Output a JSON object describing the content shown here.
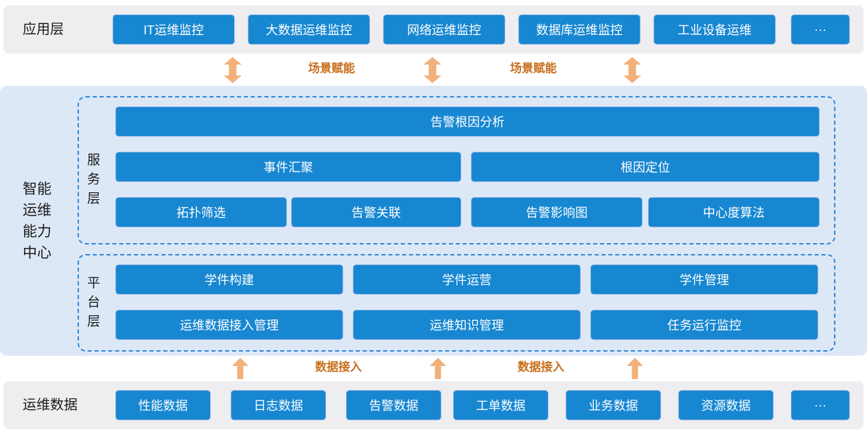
{
  "colors": {
    "band_gray": "#eeeef0",
    "band_blue": "#dde8f7",
    "box_blue": "#1787d1",
    "box_border": "#96b4e4",
    "dashed_border": "#2b87d8",
    "arrow": "#f2b07a",
    "arrow_label": "#c9701e",
    "text_dark": "#1a1a1a",
    "box_text": "#ffffff"
  },
  "app_layer": {
    "label": "应用层",
    "boxes": [
      "IT运维监控",
      "大数据运维监控",
      "网络运维监控",
      "数据库运维监控",
      "工业设备运维",
      "···"
    ]
  },
  "scene_arrows": {
    "labels": [
      "场景赋能",
      "场景赋能"
    ]
  },
  "center": {
    "label": "智能运维能力中心",
    "service_layer": {
      "label": "服务层",
      "row1": [
        "告警根因分析"
      ],
      "row2": [
        "事件汇聚",
        "根因定位"
      ],
      "row3": [
        "拓扑筛选",
        "告警关联",
        "告警影响图",
        "中心度算法"
      ]
    },
    "platform_layer": {
      "label": "平台层",
      "row1": [
        "学件构建",
        "学件运营",
        "学件管理"
      ],
      "row2": [
        "运维数据接入管理",
        "运维知识管理",
        "任务运行监控"
      ]
    }
  },
  "data_arrows": {
    "labels": [
      "数据接入",
      "数据接入"
    ]
  },
  "data_layer": {
    "label": "运维数据",
    "boxes": [
      "性能数据",
      "日志数据",
      "告警数据",
      "工单数据",
      "业务数据",
      "资源数据",
      "···"
    ]
  }
}
